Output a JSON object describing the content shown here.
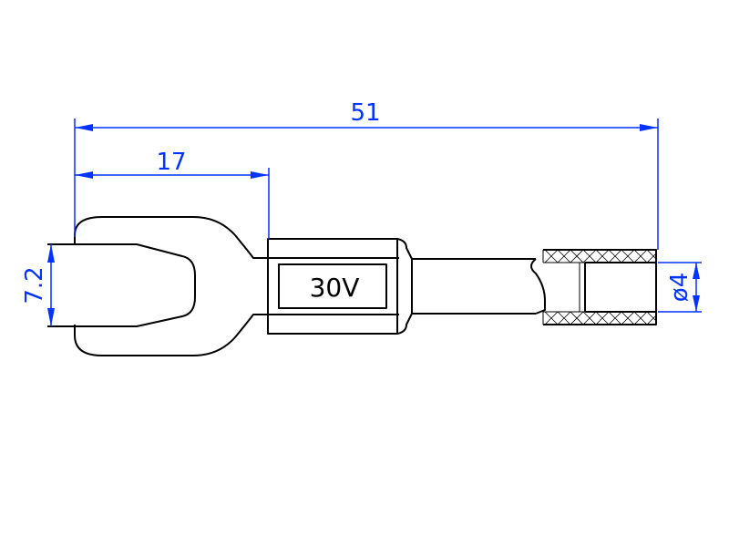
{
  "drawing": {
    "dimensions": {
      "overall_length": "51",
      "fork_length": "17",
      "fork_opening": "7.2",
      "tip_diameter": "ø4"
    },
    "body_label": "30V",
    "colors": {
      "outline": "#000000",
      "dimension": "#0033ff",
      "background": "#ffffff"
    }
  }
}
